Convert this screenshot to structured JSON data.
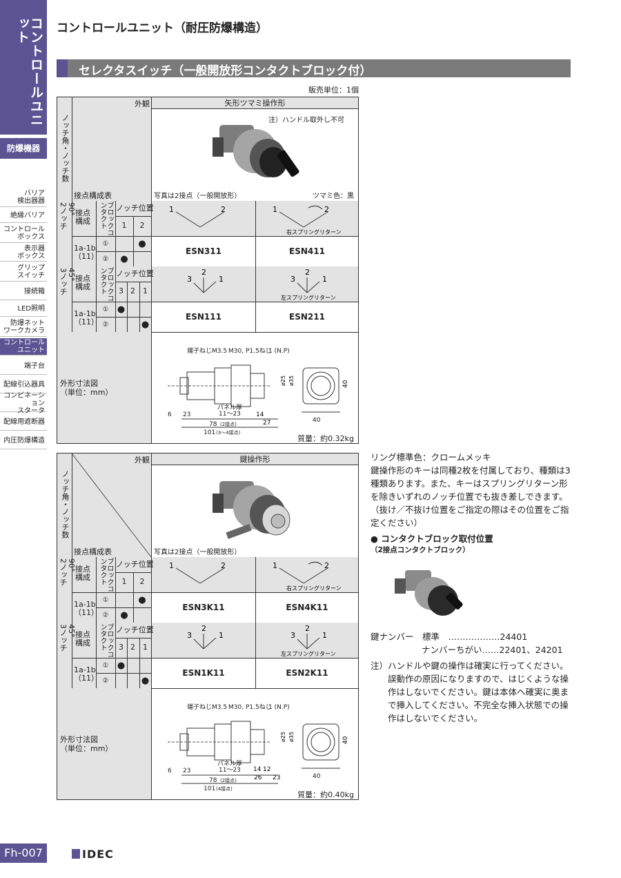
{
  "sidebar": {
    "title": "コントロールユニット",
    "category": "防爆機器",
    "items": [
      {
        "label": "バリア\n検出器器"
      },
      {
        "label": "絶縁バリア"
      },
      {
        "label": "コントロール\nボックス"
      },
      {
        "label": "表示器\nボックス"
      },
      {
        "label": "グリップ\nスイッチ"
      },
      {
        "label": "接続箱"
      },
      {
        "label": "LED照明"
      },
      {
        "label": "防爆ネット\nワークカメラ"
      },
      {
        "label": "コントロール\nユニット"
      },
      {
        "label": "端子台"
      },
      {
        "label": "配線引込器具"
      },
      {
        "label": "コンビネーション\nスタータ"
      },
      {
        "label": "配線用遮断器"
      },
      {
        "label": "内圧防爆構造"
      }
    ],
    "page_number": "Fh-007"
  },
  "header": {
    "title": "コントロールユニット（耐圧防爆構造）"
  },
  "section": {
    "title": "セレクタスイッチ（一般開放形コンタクトブロック付）",
    "sales_unit": "販売単位：1個"
  },
  "common": {
    "exterior": "外観",
    "notch_angle": "ノッチ角・ノッチ数",
    "contact_table": "接点構成表",
    "contact_config": "接点構成",
    "block_contact": "ブロックコンタクト",
    "notch_pos": "ノッチ位置",
    "cfg": "1a-1b\n（11）",
    "c1": "①",
    "c2": "②",
    "dot": "●",
    "dims_label": "外形寸法図\n（単位：mm）",
    "n90": "90°\n2ノッチ",
    "n45": "45°\n3ノッチ",
    "pos_90": [
      "1",
      "2"
    ],
    "pos_45": [
      "3",
      "2",
      "1"
    ],
    "right_return": "右スプリングリターン",
    "left_return": "左スプリングリターン"
  },
  "table1": {
    "type": "矢形ツマミ操作形",
    "note": "注）ハンドル取外し不可",
    "photo_caption": "写真は2接点（一般開放形）",
    "knob_color": "ツマミ色：黒",
    "row90": [
      "ESN311",
      "ESN411"
    ],
    "row45": [
      "ESN111",
      "ESN211"
    ],
    "mass": "質量：約0.32kg",
    "dims": {
      "terminal": "端子ねじM3.5",
      "thread": "M30, P1.5ねじ",
      "np": "1 (N.P)",
      "d25": "ø25",
      "d35": "ø35",
      "h40": "40",
      "w40": "40",
      "a6": "6",
      "a23": "23",
      "panel": "パネル厚\n11～23",
      "a14": "14",
      "a27": "27",
      "l78": "78",
      "l78n": "(2接点)",
      "l101": "101",
      "l101n": "(3～4接点)"
    }
  },
  "table2": {
    "type": "鍵操作形",
    "photo_caption": "写真は2接点（一般開放形）",
    "row90": [
      "ESN3K11",
      "ESN4K11"
    ],
    "row45": [
      "ESN1K11",
      "ESN2K11"
    ],
    "mass": "質量：約0.40kg",
    "dims": {
      "terminal": "端子ねじM3.5",
      "thread": "M30, P1.5ねじ",
      "np": "1 (N.P)",
      "d25": "ø25",
      "d35": "ø35",
      "h40": "40",
      "w40": "40",
      "a6": "6",
      "a23": "23",
      "panel": "パネル厚\n11～23",
      "a14": "14",
      "a12": "12",
      "a26": "26",
      "a23b": "23",
      "l78": "78",
      "l78n": "(2接点)",
      "l101": "101",
      "l101n": "(4接点)"
    }
  },
  "notes": {
    "ring": "リング標準色：クロームメッキ",
    "key_text": "鍵操作形のキーは同種2枚を付属しており、種類は3種類あります。また、キーはスプリングリターン形を除きいずれのノッチ位置でも抜き差しできます。（抜け／不抜け位置をご指定の際はその位置をご指定ください）",
    "bullet_title": "コンタクトブロック取付位置",
    "bullet_sub": "（2接点コンタクトブロック）",
    "key_num_label": "鍵ナンバー",
    "key_std": "標準　………………24401",
    "key_diff": "ナンバーちがい……22401、24201",
    "caution_label": "注）",
    "caution": "ハンドルや鍵の操作は確実に行ってください。誤動作の原因になりますので、はじくような操作はしないでください。鍵は本体へ確実に奥まで挿入してください。不完全な挿入状態での操作はしないでください。"
  },
  "logo": "IDEC"
}
